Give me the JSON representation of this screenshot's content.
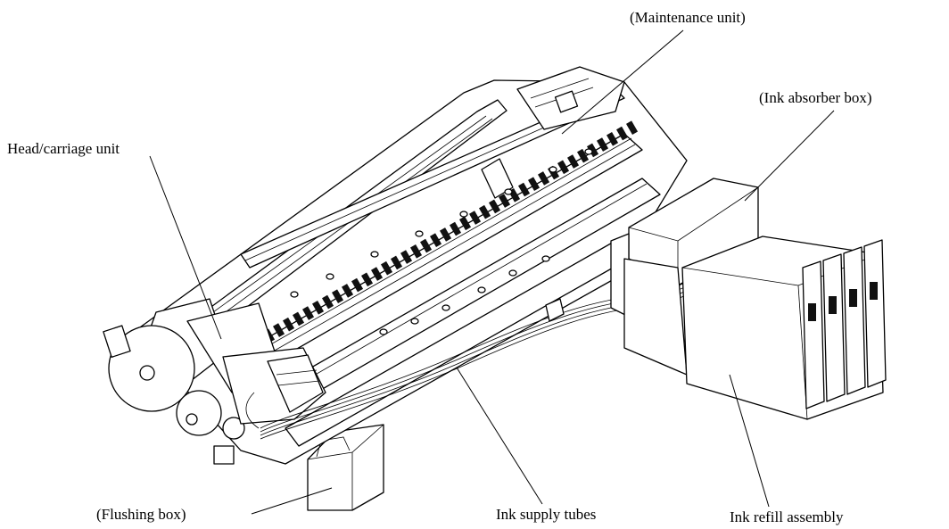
{
  "labels": {
    "maintenance_unit": "(Maintenance unit)",
    "ink_absorber_box": "(Ink absorber box)",
    "head_carriage_unit": "Head/carriage unit",
    "flushing_box": "(Flushing box)",
    "ink_supply_tubes": "Ink supply tubes",
    "ink_refill_assembly": "Ink refill assembly"
  }
}
